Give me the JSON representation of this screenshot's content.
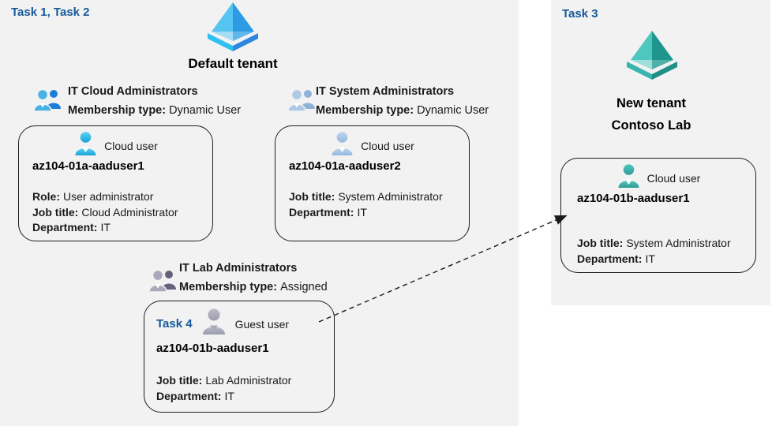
{
  "colors": {
    "task_label_blue": "#14599B",
    "panel_bg": "#f2f2f2",
    "card_border": "#1f1f1f",
    "arrow": "#1a1a1a"
  },
  "default_tenant": {
    "task_label": "Task 1, Task 2",
    "name": "Default tenant",
    "icon": "azure-tenant-icon-blue"
  },
  "groups": [
    {
      "name": "IT Cloud Administrators",
      "membership_label": "Membership type:",
      "membership_value": "Dynamic User",
      "icon": "user-group-icon-blue"
    },
    {
      "name": "IT System Administrators",
      "membership_label": "Membership type:",
      "membership_value": "Dynamic User",
      "icon": "user-group-icon-pale-blue"
    },
    {
      "name": "IT Lab Administrators",
      "membership_label": "Membership type:",
      "membership_value": "Assigned",
      "icon": "user-group-icon-gray"
    }
  ],
  "users": [
    {
      "card_type": "Cloud user",
      "name": "az104-01a-aaduser1",
      "icon": "cloud-user-icon-cyan",
      "fields": [
        {
          "label": "Role:",
          "value": "User administrator"
        },
        {
          "label": "Job title:",
          "value": "Cloud Administrator"
        },
        {
          "label": "Department:",
          "value": "IT"
        }
      ]
    },
    {
      "card_type": "Cloud user",
      "name": "az104-01a-aaduser2",
      "icon": "cloud-user-icon-pale-blue",
      "fields": [
        {
          "label": "Job title:",
          "value": "System Administrator"
        },
        {
          "label": "Department:",
          "value": "IT"
        }
      ]
    },
    {
      "task_label": "Task 4",
      "card_type": "Guest user",
      "name": "az104-01b-aaduser1",
      "icon": "guest-user-icon-gray",
      "fields": [
        {
          "label": "Job title:",
          "value": "Lab Administrator"
        },
        {
          "label": "Department:",
          "value": "IT"
        }
      ]
    }
  ],
  "new_tenant": {
    "task_label": "Task 3",
    "name_line1": "New tenant",
    "name_line2": "Contoso Lab",
    "icon": "azure-tenant-icon-teal",
    "user": {
      "card_type": "Cloud user",
      "name": "az104-01b-aaduser1",
      "icon": "cloud-user-icon-teal",
      "fields": [
        {
          "label": "Job title:",
          "value": "System Administrator"
        },
        {
          "label": "Department:",
          "value": "IT"
        }
      ]
    }
  },
  "arrow": {
    "meaning": "guest-user-invited-to-new-tenant",
    "style": "dashed"
  }
}
